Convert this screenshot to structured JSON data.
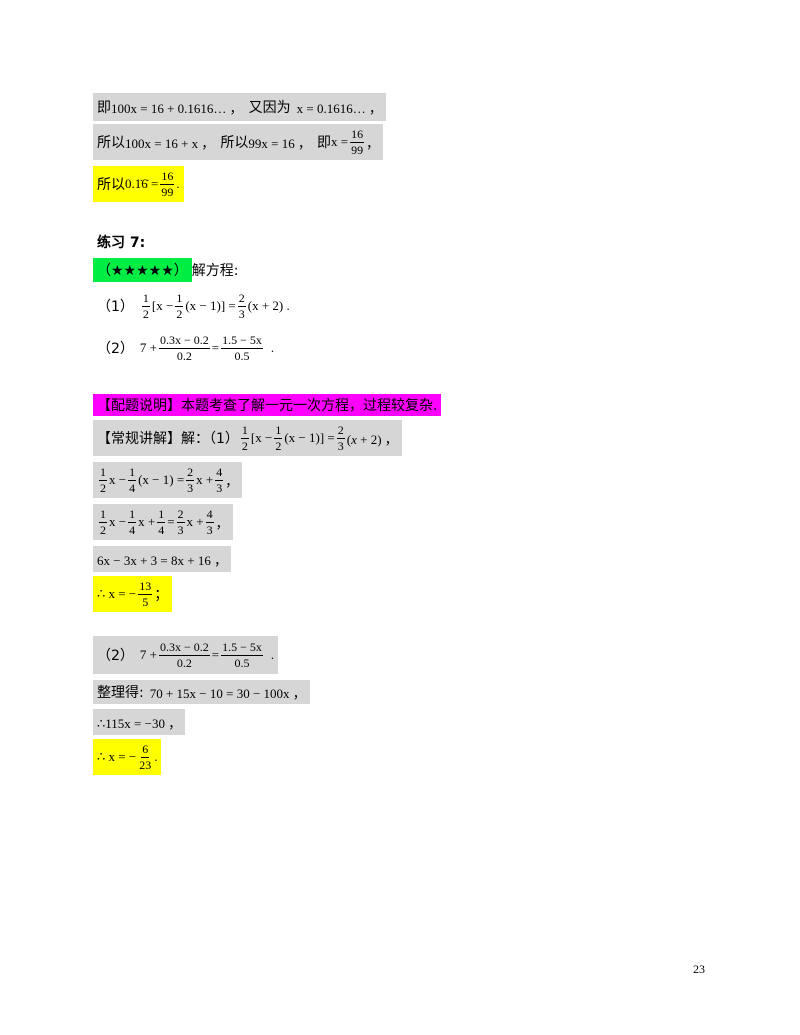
{
  "lines": {
    "l1_prefix": "即",
    "l1_math": "100x = 16 + 0.1616… ，",
    "l1_mid": "又因为",
    "l1_math2": "x = 0.1616… ，",
    "l2_prefix": "所以",
    "l2_math": "100x = 16 + x ，",
    "l2_mid": "所以",
    "l2_math2": "99x = 16 ，",
    "l2_mid2": "即",
    "l2_math3": "x =",
    "l2_frac_num": "16",
    "l2_frac_den": "99",
    "l2_end": "，",
    "l3_prefix": "所以",
    "l3_math": "0.1̇6̇ =",
    "l3_frac_num": "16",
    "l3_frac_den": "99",
    "l3_end": "."
  },
  "exercise": {
    "title": "练习 7:",
    "stars": "（★★★★★）",
    "instruction": "解方程:",
    "p1_label": "（1）",
    "p1_f1_num": "1",
    "p1_f1_den": "2",
    "p1_mid1": "[x −",
    "p1_f2_num": "1",
    "p1_f2_den": "2",
    "p1_mid2": "(x − 1)] =",
    "p1_f3_num": "2",
    "p1_f3_den": "3",
    "p1_end": "(x + 2) .",
    "p2_label": "（2）",
    "p2_seven": "7 +",
    "p2_f1_num": "0.3x − 0.2",
    "p2_f1_den": "0.2",
    "p2_eq": "=",
    "p2_f2_num": "1.5 − 5x",
    "p2_f2_den": "0.5",
    "p2_end": "."
  },
  "solution": {
    "note": "【配题说明】本题考查了解一元一次方程，过程较复杂.",
    "head_label": "【常规讲解】解：（1）",
    "s1": {
      "a_num": "1",
      "a_den": "2",
      "b": "x −",
      "c_num": "1",
      "c_den": "4",
      "d": "(x − 1) =",
      "e_num": "2",
      "e_den": "3",
      "f": "x +",
      "g_num": "4",
      "g_den": "3",
      "end": "，"
    },
    "s2": {
      "a_num": "1",
      "a_den": "2",
      "b": "x −",
      "c_num": "1",
      "c_den": "4",
      "d": "x +",
      "e_num": "1",
      "e_den": "4",
      "f": "=",
      "g_num": "2",
      "g_den": "3",
      "h": "x +",
      "i_num": "4",
      "i_den": "3",
      "end": "，"
    },
    "s3": "6x − 3x + 3 = 8x + 16 ，",
    "s4_prefix": "∴ x = −",
    "s4_num": "13",
    "s4_den": "5",
    "s4_end": "；",
    "p2_simplify_label": "整理得:",
    "p2_simplify": "70 + 15x − 10 = 30 − 100x ，",
    "p2_step": "∴115x = −30 ，",
    "p2_ans_prefix": "∴ x = −",
    "p2_ans_num": "6",
    "p2_ans_den": "23",
    "p2_ans_end": "."
  },
  "page_number": "23",
  "colors": {
    "gray": "#d6d6d6",
    "yellow": "#ffff00",
    "green": "#00ee44",
    "magenta": "#ff00ff"
  }
}
